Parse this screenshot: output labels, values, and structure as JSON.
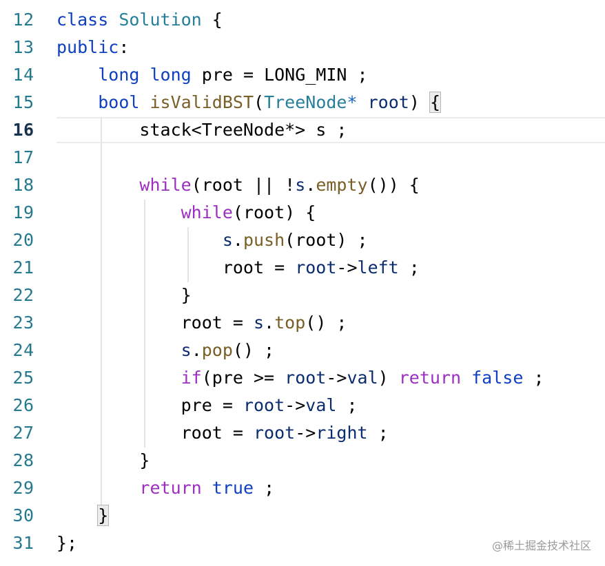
{
  "editor": {
    "lines": [
      {
        "number": "12",
        "tokens": [
          [
            "kw",
            "class"
          ],
          [
            "t",
            " "
          ],
          [
            "type",
            "Solution"
          ],
          [
            "t",
            " {"
          ]
        ]
      },
      {
        "number": "13",
        "tokens": [
          [
            "kw",
            "public"
          ],
          [
            "t",
            ":"
          ]
        ]
      },
      {
        "number": "14",
        "tokens": [
          [
            "t",
            "    "
          ],
          [
            "kw",
            "long"
          ],
          [
            "t",
            " "
          ],
          [
            "kw",
            "long"
          ],
          [
            "t",
            " pre = LONG_MIN ;"
          ]
        ]
      },
      {
        "number": "15",
        "tokens": [
          [
            "t",
            "    "
          ],
          [
            "kw",
            "bool"
          ],
          [
            "t",
            " "
          ],
          [
            "fn",
            "isValidBST"
          ],
          [
            "t",
            "("
          ],
          [
            "type",
            "TreeNode"
          ],
          [
            "ptr",
            "*"
          ],
          [
            "t",
            " "
          ],
          [
            "var",
            "root"
          ],
          [
            "t",
            ") "
          ],
          [
            "bm",
            "{"
          ]
        ]
      },
      {
        "number": "16",
        "current": true,
        "tokens": [
          [
            "t",
            "        stack<TreeNode*> s ;"
          ]
        ]
      },
      {
        "number": "17",
        "tokens": []
      },
      {
        "number": "18",
        "tokens": [
          [
            "t",
            "        "
          ],
          [
            "ctl",
            "while"
          ],
          [
            "t",
            "(root || !"
          ],
          [
            "var",
            "s"
          ],
          [
            "t",
            "."
          ],
          [
            "fn",
            "empty"
          ],
          [
            "t",
            "()) {"
          ]
        ]
      },
      {
        "number": "19",
        "tokens": [
          [
            "t",
            "            "
          ],
          [
            "ctl",
            "while"
          ],
          [
            "t",
            "(root) {"
          ]
        ]
      },
      {
        "number": "20",
        "tokens": [
          [
            "t",
            "                "
          ],
          [
            "var",
            "s"
          ],
          [
            "t",
            "."
          ],
          [
            "fn",
            "push"
          ],
          [
            "t",
            "(root) ;"
          ]
        ]
      },
      {
        "number": "21",
        "tokens": [
          [
            "t",
            "                root = "
          ],
          [
            "var",
            "root"
          ],
          [
            "t",
            "->"
          ],
          [
            "var",
            "left"
          ],
          [
            "t",
            " ;"
          ]
        ]
      },
      {
        "number": "22",
        "tokens": [
          [
            "t",
            "            }"
          ]
        ]
      },
      {
        "number": "23",
        "tokens": [
          [
            "t",
            "            root = "
          ],
          [
            "var",
            "s"
          ],
          [
            "t",
            "."
          ],
          [
            "fn",
            "top"
          ],
          [
            "t",
            "() ;"
          ]
        ]
      },
      {
        "number": "24",
        "tokens": [
          [
            "t",
            "            "
          ],
          [
            "var",
            "s"
          ],
          [
            "t",
            "."
          ],
          [
            "fn",
            "pop"
          ],
          [
            "t",
            "() ;"
          ]
        ]
      },
      {
        "number": "25",
        "tokens": [
          [
            "t",
            "            "
          ],
          [
            "ctl",
            "if"
          ],
          [
            "t",
            "(pre >= "
          ],
          [
            "var",
            "root"
          ],
          [
            "t",
            "->"
          ],
          [
            "var",
            "val"
          ],
          [
            "t",
            ") "
          ],
          [
            "ctl",
            "return"
          ],
          [
            "t",
            " "
          ],
          [
            "kw",
            "false"
          ],
          [
            "t",
            " ;"
          ]
        ]
      },
      {
        "number": "26",
        "tokens": [
          [
            "t",
            "            pre = "
          ],
          [
            "var",
            "root"
          ],
          [
            "t",
            "->"
          ],
          [
            "var",
            "val"
          ],
          [
            "t",
            " ;"
          ]
        ]
      },
      {
        "number": "27",
        "tokens": [
          [
            "t",
            "            root = "
          ],
          [
            "var",
            "root"
          ],
          [
            "t",
            "->"
          ],
          [
            "var",
            "right"
          ],
          [
            "t",
            " ;"
          ]
        ]
      },
      {
        "number": "28",
        "tokens": [
          [
            "t",
            "        }"
          ]
        ]
      },
      {
        "number": "29",
        "tokens": [
          [
            "t",
            "        "
          ],
          [
            "ctl",
            "return"
          ],
          [
            "t",
            " "
          ],
          [
            "kw",
            "true"
          ],
          [
            "t",
            " ;"
          ]
        ]
      },
      {
        "number": "30",
        "tokens": [
          [
            "t",
            "    "
          ],
          [
            "bm",
            "}"
          ]
        ]
      },
      {
        "number": "31",
        "tokens": [
          [
            "t",
            "};"
          ]
        ]
      }
    ]
  },
  "watermark": "@稀土掘金技术社区"
}
